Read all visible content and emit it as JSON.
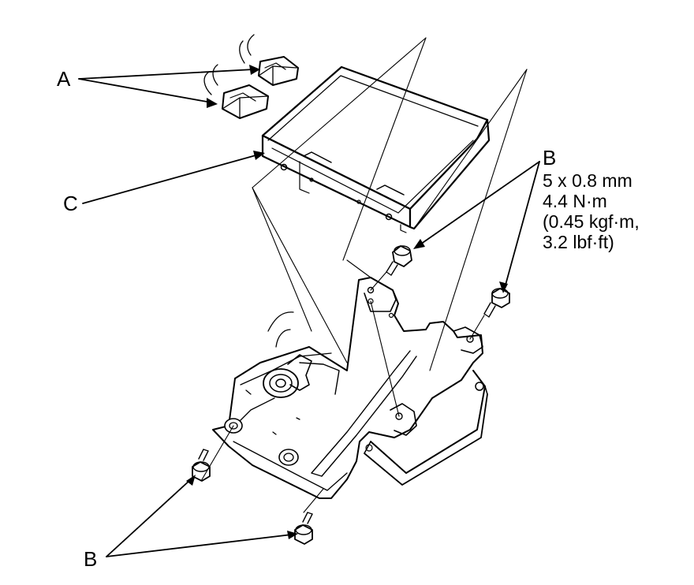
{
  "callouts": {
    "a": "A",
    "c": "C",
    "b_bottom": "B",
    "b_spec": {
      "letter": "B",
      "size": "5 x 0.8 mm",
      "torque_nm": "4.4 N·m",
      "torque_kgf": "(0.45 kgf·m,",
      "torque_lbf": "3.2 lbf·ft)"
    }
  },
  "colors": {
    "ink": "#000000",
    "paper": "#ffffff"
  }
}
